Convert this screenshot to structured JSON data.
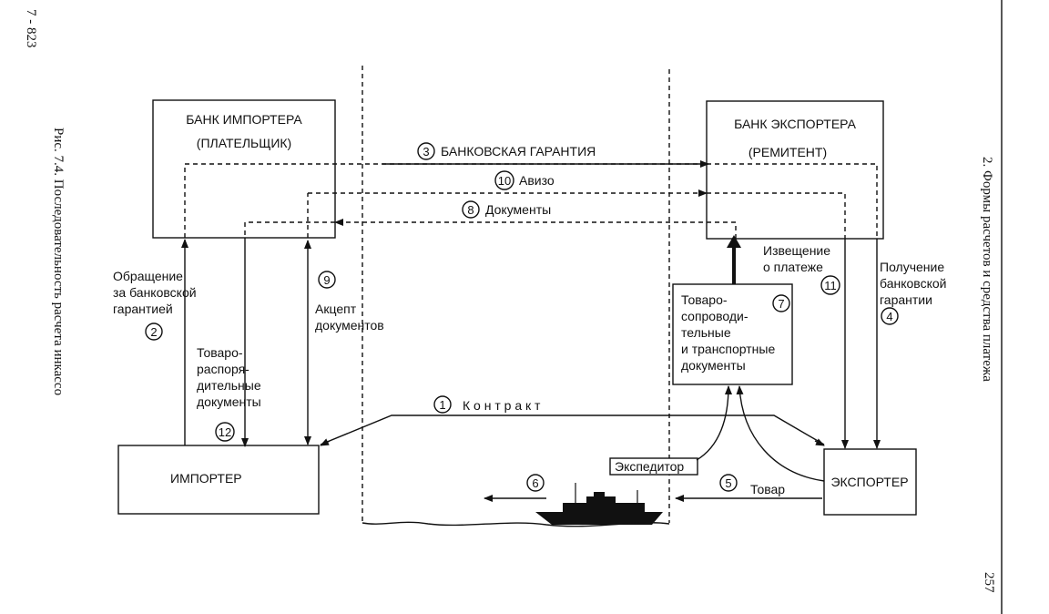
{
  "page": {
    "corner_code": "7 - 823",
    "caption": "Рис. 7.4. Последовательность расчета инкассо",
    "running_header": "2. Формы расчетов и средства платежа",
    "page_number": "257"
  },
  "nodes": {
    "importer_bank_line1": "БАНК ИМПОРТЕРА",
    "importer_bank_line2": "(ПЛАТЕЛЬЩИК)",
    "exporter_bank_line1": "БАНК ЭКСПОРТЕРА",
    "exporter_bank_line2": "(РЕМИТЕНТ)",
    "importer": "ИМПОРТЕР",
    "exporter": "ЭКСПОРТЕР",
    "documents_box": [
      "Товаро-",
      "сопроводи-",
      "тельные",
      "и транспортные",
      "документы"
    ],
    "forwarder": "Экспедитор"
  },
  "steps": {
    "s1": {
      "num": "1",
      "label": "К о н т р а к т"
    },
    "s2": {
      "num": "2",
      "label": [
        "Обращение",
        "за банковской",
        "гарантией"
      ]
    },
    "s3": {
      "num": "3",
      "label": "БАНКОВСКАЯ ГАРАНТИЯ"
    },
    "s4": {
      "num": "4",
      "label": [
        "Получение",
        "банковской",
        "гарантии"
      ]
    },
    "s5": {
      "num": "5",
      "label": "Товар"
    },
    "s6": {
      "num": "6"
    },
    "s7": {
      "num": "7"
    },
    "s8": {
      "num": "8",
      "label": "Документы"
    },
    "s9": {
      "num": "9",
      "label": [
        "Акцепт",
        "документов"
      ]
    },
    "s10": {
      "num": "10",
      "label": "Авизо"
    },
    "s11": {
      "num": "11",
      "label": [
        "Извещение",
        "о платеже"
      ]
    },
    "s12": {
      "num": "12",
      "label": [
        "Товаро-",
        "распоря-",
        "дительные",
        "документы"
      ]
    }
  },
  "icons": {
    "ship": "ship-icon"
  }
}
